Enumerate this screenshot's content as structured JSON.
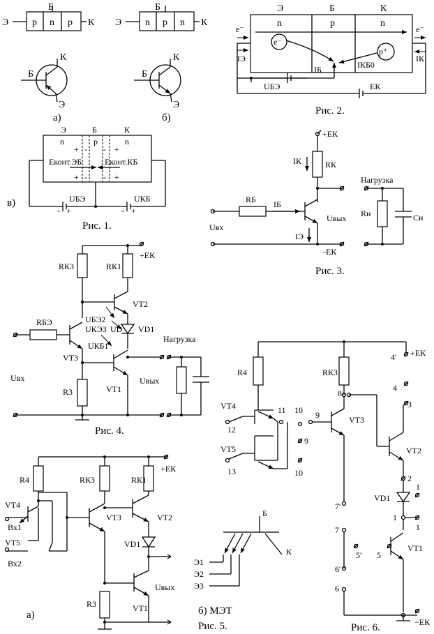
{
  "fig1": {
    "caption": "Рис. 1.",
    "label_a": "а)",
    "label_b": "б)",
    "label_v": "в)",
    "E": "Э",
    "B": "Б",
    "K": "К",
    "p": "p",
    "n": "n",
    "E_cont_eb": "Eконт.ЭБ",
    "E_cont_kb": "Eконт.КБ",
    "U_be": "UБЭ",
    "U_kb": "UКБ",
    "plus": "+",
    "minus": "-"
  },
  "fig2": {
    "caption": "Рис. 2.",
    "E": "Э",
    "B": "Б",
    "K": "К",
    "n": "n",
    "p": "p",
    "e_minus": "e⁻",
    "p_plus": "p⁺",
    "I_e": "IЭ",
    "I_b": "IБ",
    "I_kb0": "IКБ0",
    "I_k": "IК",
    "U_be": "UБЭ",
    "E_k": "EК"
  },
  "fig3": {
    "caption": "Рис. 3.",
    "plus_Ek": "+EК",
    "minus_Ek": "-EК",
    "I_k": "IК",
    "R_k": "RК",
    "R_b": "RБ",
    "I_b": "IБ",
    "I_e": "IЭ",
    "U_in": "Uвх",
    "U_out": "Uвых",
    "load": "Нагрузка",
    "R_n": "Rн",
    "C_n": "Cн"
  },
  "fig4": {
    "caption": "Рис. 4.",
    "plus_Ek": "+EК",
    "R_k3": "RК3",
    "R_k1": "RК1",
    "VT2": "VT2",
    "R_b3": "RБЭ",
    "U_be2": "UБЭ2",
    "U_ke3": "UКЭ3",
    "U_D": "UD",
    "VD1": "VD1",
    "VT3": "VT3",
    "U_kb1": "UКБ1",
    "load": "Нагрузка",
    "U_in": "Uвх",
    "R3": "R3",
    "VT1": "VT1",
    "U_out": "Uвых"
  },
  "fig5": {
    "caption": "Рис. 5.",
    "label_a": "а)",
    "label_b": "б) МЭТ",
    "R4": "R4",
    "R_k3": "RК3",
    "R_k1": "RК1",
    "plus_Ek": "+EК",
    "VT4": "VT4",
    "VT5": "VT5",
    "VT3": "VT3",
    "VT2": "VT2",
    "VD1": "VD1",
    "in1": "Вх1",
    "in2": "Вх2",
    "R3": "R3",
    "VT1": "VT1",
    "U_out": "Uвых",
    "B": "Б",
    "K": "К",
    "E1": "Э1",
    "E2": "Э2",
    "E3": "Э3"
  },
  "fig6": {
    "caption": "Рис. 6.",
    "R4": "R4",
    "R_k3": "RК3",
    "plus_Ek": "+EК",
    "minus_Ek": "−EК",
    "VT4": "VT4",
    "VT5": "VT5",
    "VT3": "VT3",
    "VT2": "VT2",
    "VD1": "VD1",
    "VT1": "VT1",
    "n4p": "4'",
    "n4": "4",
    "n3": "3",
    "n8": "8",
    "n11": "11",
    "n10a": "10",
    "n9a": "9",
    "n9b": "9",
    "n10b": "10",
    "n12": "12",
    "n13": "13",
    "n7p": "7'",
    "n7": "7",
    "n5p": "5'",
    "n6p": "6'",
    "n6": "6",
    "n2": "2",
    "n1a": "1",
    "n1b": "1",
    "n1c": "1",
    "n5": "5"
  }
}
